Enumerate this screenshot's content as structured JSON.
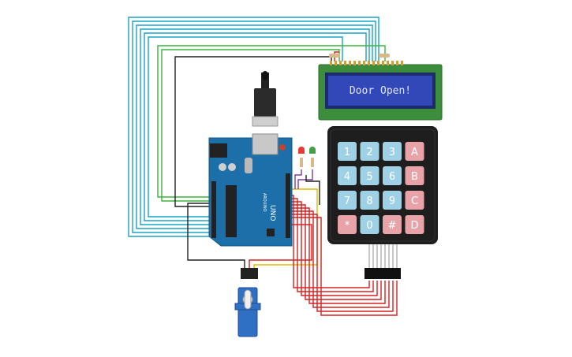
{
  "lcd": {
    "text": "Door Open!"
  },
  "arduino": {
    "model": "UNO",
    "brand": "ARDUINO"
  },
  "keypad": {
    "rows": [
      [
        "1",
        "2",
        "3",
        "A"
      ],
      [
        "4",
        "5",
        "6",
        "B"
      ],
      [
        "7",
        "8",
        "9",
        "C"
      ],
      [
        "*",
        "0",
        "#",
        "D"
      ]
    ]
  },
  "colors": {
    "lcd_board": "#3c8d3c",
    "lcd_screen": "#3247b8",
    "lcd_text": "#dfe6ff",
    "arduino_board": "#1c6fa8",
    "keypad_body": "#1e1e1e",
    "key_numeric": "#9fd1e6",
    "key_letter": "#e8a3a8",
    "servo_body": "#2f6fc4",
    "wire_cyan": "#1aa3c9",
    "wire_green": "#3cb43c",
    "wire_black": "#222222",
    "wire_red": "#d62020",
    "wire_yellow": "#e6b800",
    "wire_purple": "#7a3d9e",
    "led_red": "#e53935",
    "led_green": "#43a047"
  }
}
